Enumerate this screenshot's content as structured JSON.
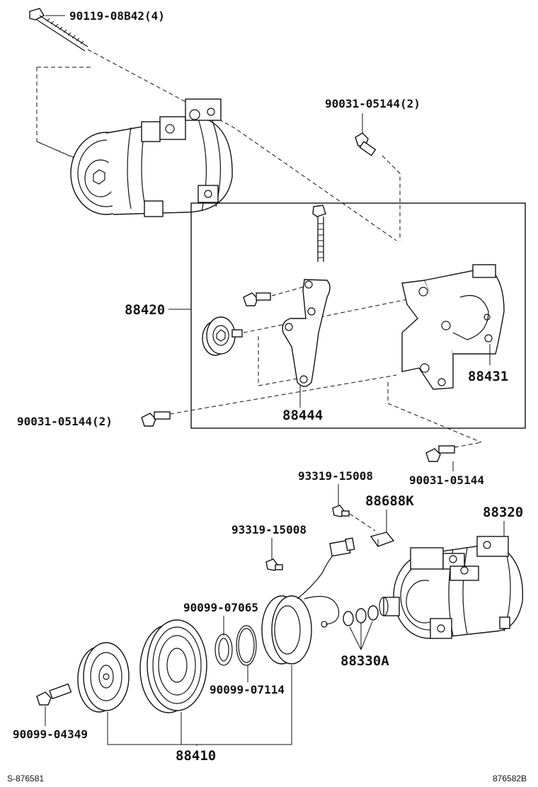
{
  "labels": {
    "bolt_top": "90119-08B42(4)",
    "bolt_right_top": "90031-05144(2)",
    "bracket_assy": "88420",
    "bracket_bolt_left": "90031-05144(2)",
    "bracket_plate": "88444",
    "bracket_main": "88431",
    "bolt_right_mid": "90031-05144",
    "screw_upper": "93319-15008",
    "clip": "88688K",
    "compressor_new": "88320",
    "screw_lower": "93319-15008",
    "ring_upper": "90099-07065",
    "snap_ring": "90099-07114",
    "shims": "88330A",
    "bolt_pulley": "90099-04349",
    "clutch_assy": "88410"
  },
  "footer": {
    "left_code": "S-876581",
    "right_code": "876582B"
  }
}
